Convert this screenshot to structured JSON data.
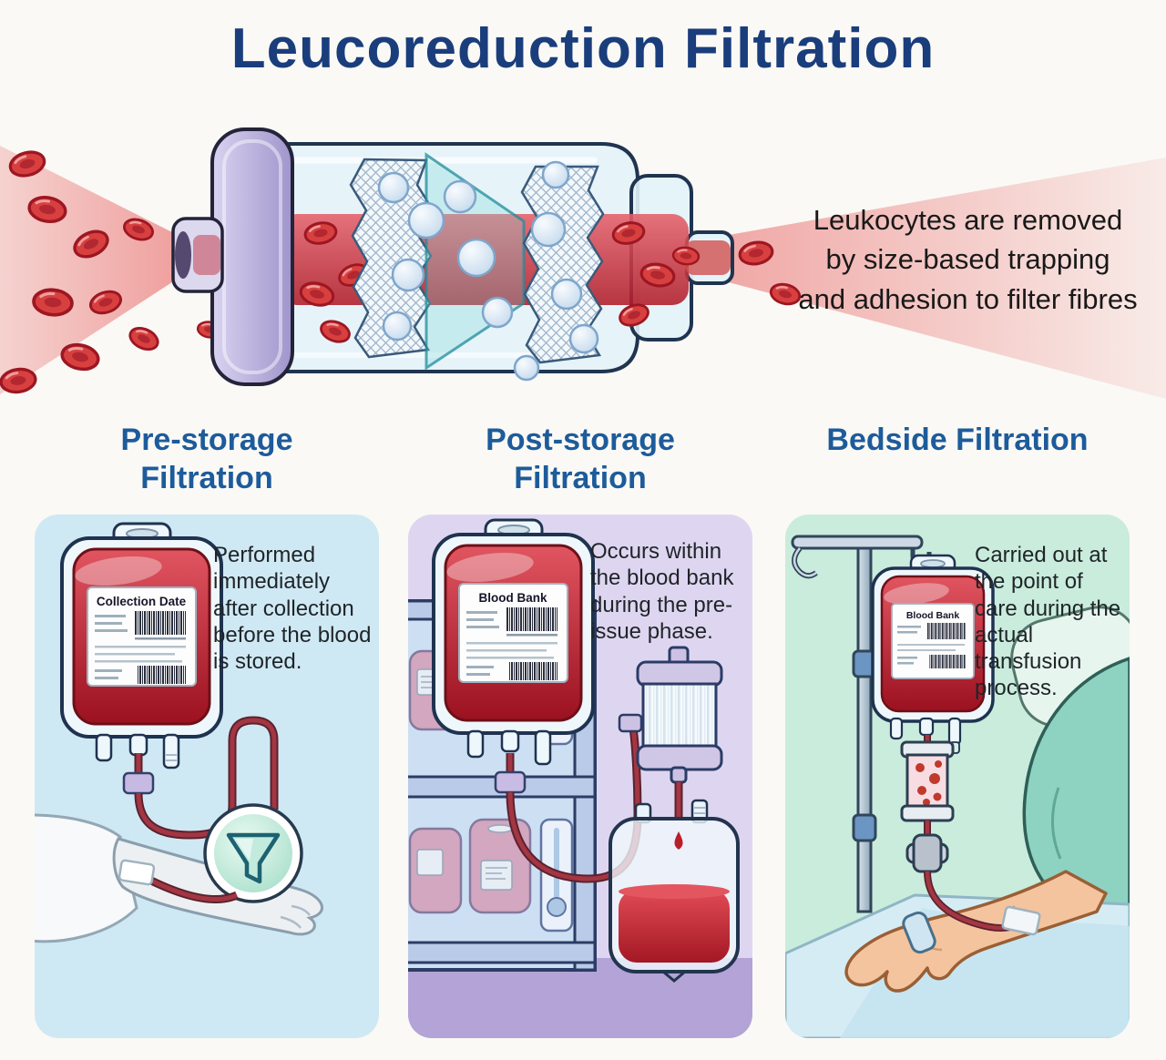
{
  "title": "Leucoreduction Filtration",
  "hero": {
    "caption_lines": [
      "Leukocytes are removed",
      "by size-based trapping",
      "and adhesion to filter fibres"
    ]
  },
  "sections": [
    {
      "heading": "Pre-storage Filtration",
      "body": "Performed immediately after collection before the blood is stored.",
      "bag_label": "Collection Date"
    },
    {
      "heading": "Post-storage Filtration",
      "body": "Occurs within the blood bank during the pre-issue phase.",
      "bag_label": "Blood Bank"
    },
    {
      "heading": "Bedside Filtration",
      "body": "Carried out at the point of care during the actual transfusion process.",
      "bag_label": "Blood Bank"
    }
  ],
  "colors": {
    "title_navy": "#1a3d7c",
    "heading_blue": "#1d5b9b",
    "body_text": "#1f2428",
    "blood_red": "#c21f2e",
    "filter_cap_lavender": "#b3a8d9",
    "panel_pre_storage_bg": "#cfe9f4",
    "panel_post_storage_bg": "#ded6f0",
    "panel_bedside_bg": "#c9ecdc"
  }
}
